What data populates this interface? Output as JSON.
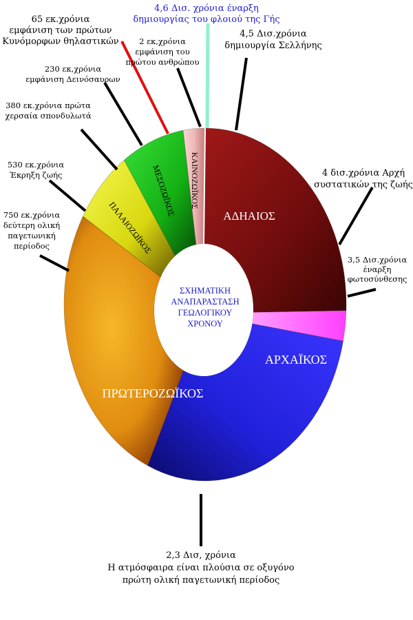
{
  "center_title": [
    "ΣΧΗΜΑΤΙΚΗ",
    "ΑΝΑΠΑΡΑΣΤΑΣΗ",
    "ΓΕΩΛΟΓΙΚΟΥ",
    "ΧΡΟΝΟΥ"
  ],
  "eons": [
    {
      "name": "ΚΑΙΝΟΖΩΪΚΟΣ",
      "color": "#f4c2c2"
    },
    {
      "name": "ΑΔΗΑΙΟΣ",
      "color": "#7a0e0e"
    },
    {
      "name": "ΑΡΧΑΪΚΟΣ",
      "color": "#2a22e0"
    },
    {
      "name": "ΠΡΩΤΕΡΟΖΩΪΚΟΣ",
      "color": "#e89a10"
    },
    {
      "name": "ΠΑΛΑΙΟΖΩΪΚΟΣ",
      "color": "#e8ef20"
    },
    {
      "name": "ΜΕΣΟΖΩΪΚΟΣ",
      "color": "#19c419"
    }
  ],
  "photosynthesis_band_color": "#ff70ff",
  "annotations": {
    "earth_crust": [
      "4,6 Δισ. χρόνια έναρξη",
      "δημιουργίας του φλοιού της Γής"
    ],
    "moon": [
      "4,5 Δισ.χρόνια",
      "δημιουργία Σελλήνης"
    ],
    "first_human": [
      "2 εκ,χρόνια",
      "εμφάνιση του",
      "πρώτου ανθρώπου"
    ],
    "mammals": [
      "65 εκ.χρόνια",
      "εμφάνιση των πρώτων",
      "Κυνόμορφων θηλαστικών"
    ],
    "dinosaurs": [
      "230 εκ,χρόνια",
      "εμφάνιση Δεινόσαυρων"
    ],
    "vertebrates": [
      "380 εκ.χρόνια πρώτα",
      "χερσαία σπονδυλωτά"
    ],
    "life_explosion": [
      "530 εκ.χρόνια",
      "Έκρηξη ζωής"
    ],
    "second_glaciation": [
      "750 εκ.χρόνια",
      "δεύτερη ολική",
      "παγετωνική",
      "περίοδος"
    ],
    "life_origins": [
      "4 δισ.χρόνια Αρχή",
      "συστατικών της ζωής"
    ],
    "photosynthesis": [
      "3,5 Δισ.χρόνια",
      "έναρξη",
      "φωτοσύνθεσης"
    ],
    "oxygen": [
      "2,3 Δισ, χρόνια",
      "Η ατμόσφαιρα είναι πλούσια σε οξυγόνο",
      "πρώτη ολική παγετωνική περίοδος"
    ]
  },
  "line_colors": {
    "mammals": "#e01010",
    "earth_crust": "#90f0d0",
    "default": "#000000"
  }
}
